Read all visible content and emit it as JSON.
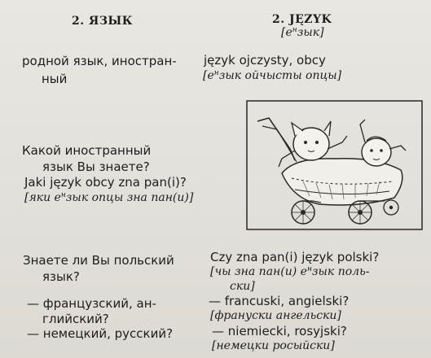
{
  "left_heading": "2. ЯЗЫК",
  "right_heading": "2. JĘZYK",
  "right_heading_transcription": "[eⁿзык]",
  "rows": {
    "native": {
      "ru_line1": "родной язык, иностран-",
      "ru_line2": "ный",
      "pl": "język ojczysty, obcy",
      "tr": "[eⁿзык ойчысты опцы]"
    },
    "which": {
      "ru_line1": "Какой  иностранный",
      "ru_line2": "язык  Вы  знаете?",
      "pl": "Jaki język obcy zna pan(i)?",
      "tr": "[яки eⁿзык опцы зна пан(и)]"
    },
    "polish": {
      "ru_line1": "Знаете ли Вы польский",
      "ru_line2": "язык?",
      "pl": "Czy zna pan(i) język polski?",
      "tr_line1": "[чы зна пан(и) eⁿзык поль-",
      "tr_line2": "ски]"
    },
    "french": {
      "ru_line1": "— французский, ан-",
      "ru_line2": "глийский?",
      "pl": "— francuski, angielski?",
      "tr": "[франуски ангельски]"
    },
    "german": {
      "ru": "— немецкий, русский?",
      "pl": "— niemiecki, rosyjski?",
      "tr": "[немецки росыйски]"
    }
  },
  "illustration": "two-babies-in-pram-drawing"
}
